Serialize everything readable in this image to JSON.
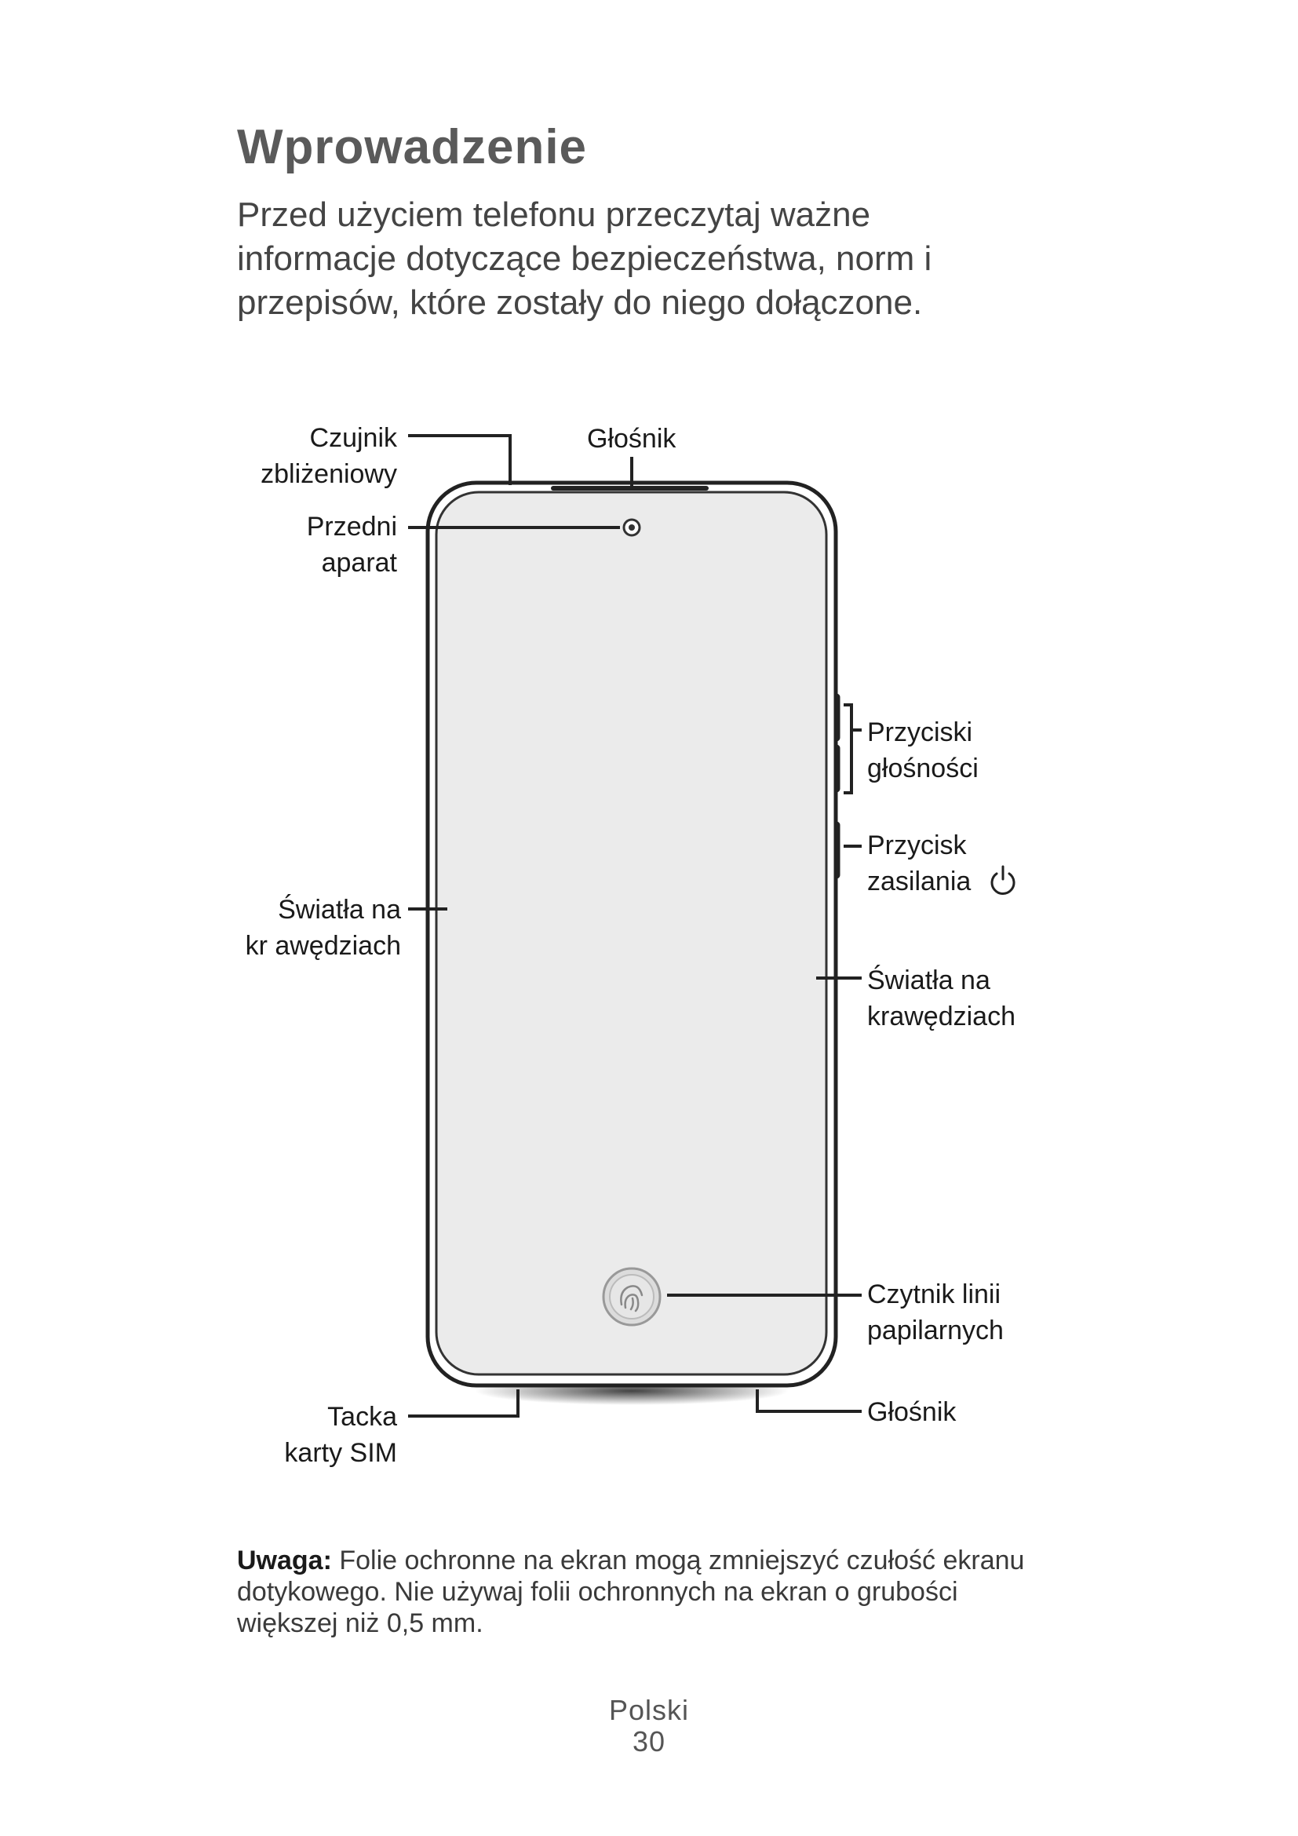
{
  "title": "Wprowadzenie",
  "intro": [
    "Przed użyciem telefonu przeczytaj ważne",
    "informacje dotyczące bezpieczeństwa, norm i",
    "przepisów, które zostały do niego dołączone."
  ],
  "labels": {
    "proximity_sensor": [
      "Czujnik",
      "zbliżeniowy"
    ],
    "speaker_top": [
      "Głośnik"
    ],
    "front_camera": [
      "Przedni",
      "aparat"
    ],
    "volume_buttons": [
      "Przyciski",
      "głośności"
    ],
    "power_button": [
      "Przycisk",
      "zasilania"
    ],
    "edge_lights_left": [
      "Światła na",
      "kr awędziach"
    ],
    "edge_lights_right": [
      "Światła na",
      "krawędziach"
    ],
    "fingerprint": [
      "Czytnik linii",
      "papilarnych"
    ],
    "sim_tray": [
      "Tacka",
      "karty SIM"
    ],
    "speaker_bottom": [
      "Głośnik"
    ]
  },
  "icons": {
    "power": "power-icon",
    "fingerprint": "fingerprint-icon",
    "camera": "front-camera-icon"
  },
  "note": {
    "bold": "Uwaga:",
    "lines": [
      " Folie ochronne na ekran mogą zmniejszyć czułość ekranu",
      "dotykowego. Nie używaj folii ochronnych na ekran o grubości",
      "większej niż 0,5 mm."
    ]
  },
  "footer": {
    "language": "Polski",
    "page": "30"
  }
}
